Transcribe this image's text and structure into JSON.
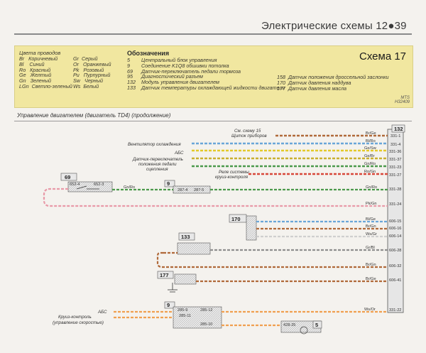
{
  "header": {
    "title": "Электрические  схемы 12●39"
  },
  "legend": {
    "colors_heading": "Цвета проводов",
    "colors_col1": "Br   Коричневый\nBl    Синий\nRo   Красный\nGe   Желтый\nGn   Зеленый\nLGn  Светло-зеленый",
    "colors_col2": "Gr  Серый\nOr   Оранжевый\nPk   Розовый\nPu   Пурпурный\nSw   Черный\nWs  Белый",
    "notation_heading": "Обозначения",
    "notation_col1": "5        Центральный блок управления\n9        Соединение K1Q8 обшивки потолка\n69      Датчик-переключатель педали тормоза\n95      Диагностический разъем\n132    Модуль управления двигателем\n133    Датчик температуры охлаждающей жидкости двигателя",
    "notation_col2": "158  Датчик положения дроссельной заслонки\n170  Датчик давления наддува\n177  Датчик давления масла",
    "scheme_title": "Схема 17",
    "stamp": "MTS\nH32409"
  },
  "section": {
    "title": "Управление двигателем (двигатель TD4) (продолжение)"
  },
  "labels": {
    "see_scheme": "См. схему 15",
    "instrument_panel": "Щиток приборов",
    "cooling_fan": "Вентилятор охлаждения",
    "abs_top": "АБС",
    "clutch_sensor_1": "Датчик-переключатель",
    "clutch_sensor_2": "положения педали",
    "clutch_sensor_3": "сцепления",
    "cruise_relay_1": "Реле системы",
    "cruise_relay_2": "круиз-контроля",
    "abs_bottom": "АБС",
    "cruise_ctrl_1": "Круиз-контроль",
    "cruise_ctrl_2": "(управление скоростью)"
  },
  "components": {
    "c132": "132",
    "c69": "69",
    "c9a": "9",
    "c170": "170",
    "c133": "133",
    "c177": "177",
    "c9b": "9",
    "c5": "5"
  },
  "pins": {
    "p331_1": "331-1",
    "p331_4": "331-4",
    "p331_36": "331-36",
    "p331_37": "331-37",
    "p331_23": "331-23",
    "p331_27": "331-27",
    "p331_28": "331-28",
    "p331_24": "331-24",
    "p606_15": "606-15",
    "p606_16": "606-16",
    "p606_14": "606-14",
    "p606_28": "606-28",
    "p606_32": "606-32",
    "p606_41": "606-41",
    "p331_22": "331-22",
    "p652_4": "652-4",
    "p652_3": "652-3",
    "p287_4": "287-4",
    "p287_5": "287-5",
    "p285_9": "285-9",
    "p285_11": "285-11",
    "p285_12": "285-12",
    "p285_10": "285-10",
    "p428_25": "428-25"
  },
  "wires": {
    "w1": "Br/Ge",
    "w2": "Bl/Ro",
    "w3": "Ge/Sw",
    "w4": "Ge/Br",
    "w5": "Gn/Ro",
    "w6": "Ro/Gn",
    "w7": "Gn/Ro",
    "w8": "Gn/Ro",
    "w9": "Pk/Gn",
    "w10": "Bl/Ge",
    "w11": "Br/Gn",
    "w12": "Ws/Gr",
    "w13": "Gr/Bl",
    "w14": "Br/Gn",
    "w15": "Br/Ge",
    "w16": "Ws/Or"
  },
  "colors": {
    "brown": "#b06a3a",
    "blue": "#6aa6d8",
    "yellow": "#e3c92a",
    "green": "#4c9a4c",
    "red": "#d8483a",
    "pink": "#e89aa8",
    "gray": "#8e8e8e",
    "white": "#cfcfcf",
    "orange": "#f0a050",
    "legend_bg": "#f1e7a0"
  }
}
